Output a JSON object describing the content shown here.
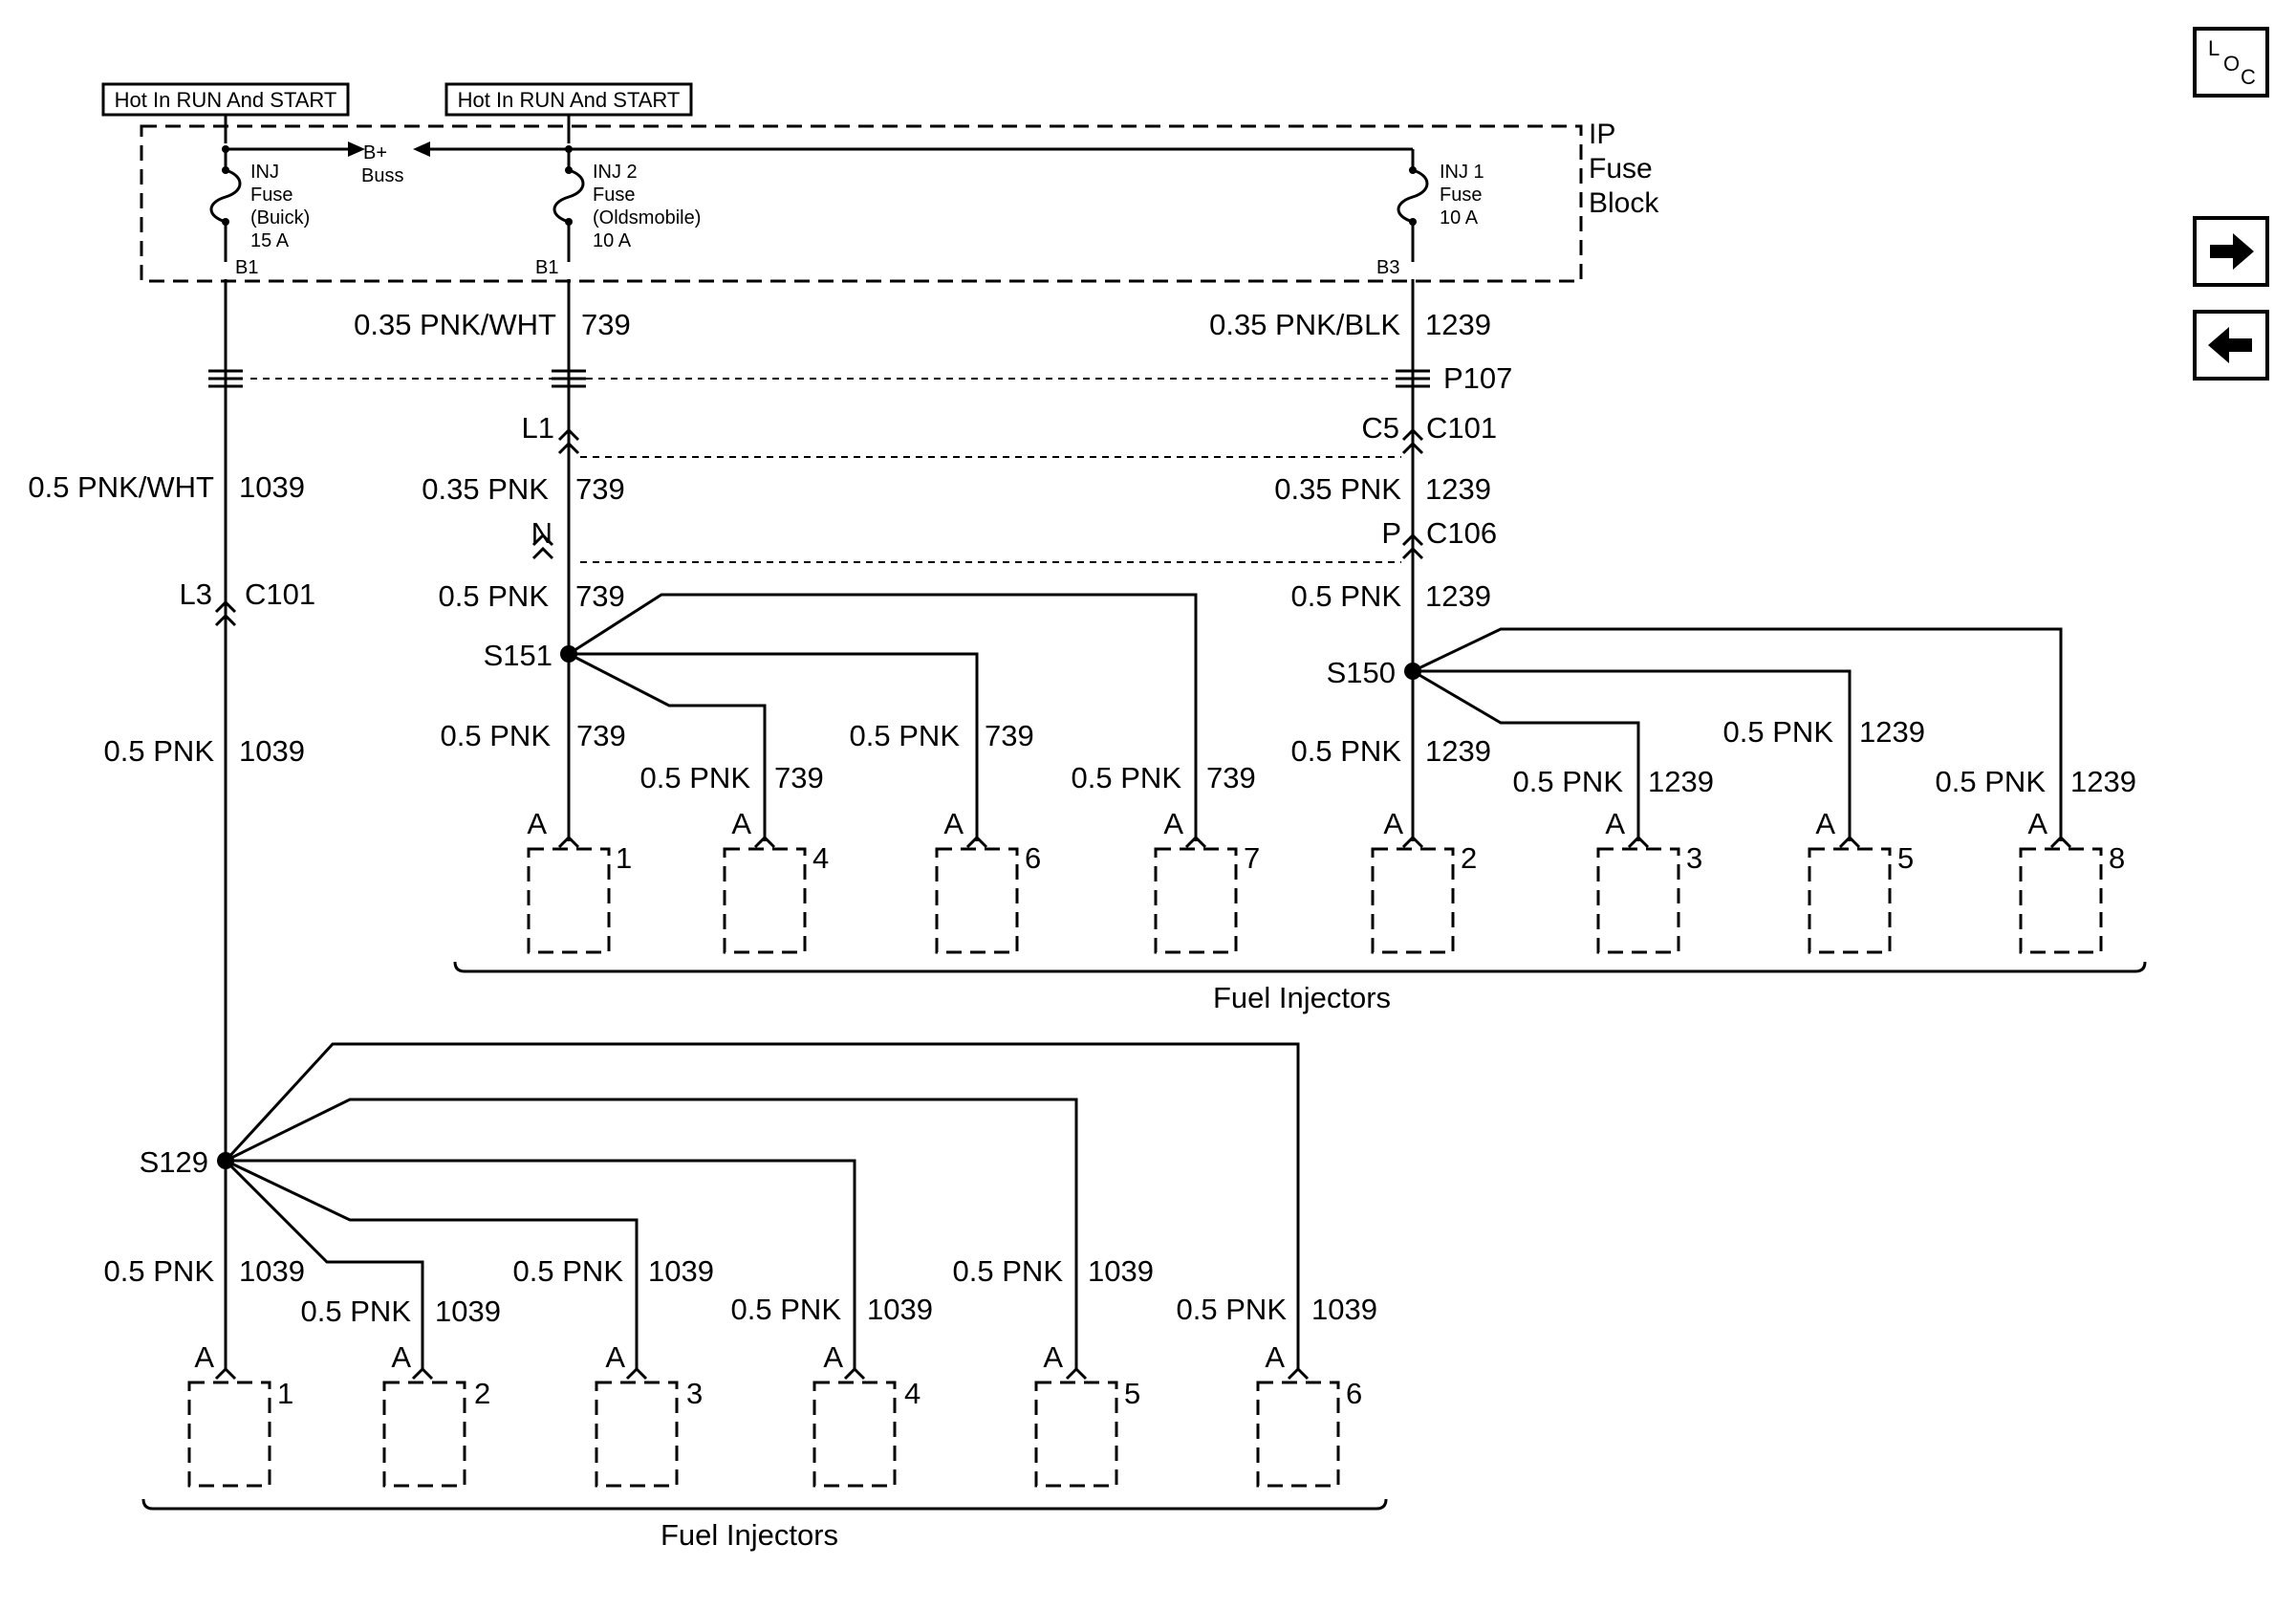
{
  "hot_labels": [
    "Hot In RUN And START",
    "Hot In RUN And START"
  ],
  "fuse_block": {
    "title": [
      "IP",
      "Fuse",
      "Block"
    ],
    "buss": [
      "B+",
      "Buss"
    ],
    "fuses": [
      {
        "lines": [
          "INJ",
          "Fuse",
          "(Buick)",
          "15 A"
        ],
        "pin": "B1"
      },
      {
        "lines": [
          "INJ 2",
          "Fuse",
          "(Oldsmobile)",
          "10 A"
        ],
        "pin": "B1"
      },
      {
        "lines": [
          "INJ 1",
          "Fuse",
          "10 A"
        ],
        "pin": "B3"
      }
    ]
  },
  "wires": {
    "w739_top": {
      "gauge": "0.35 PNK/WHT",
      "circuit": "739"
    },
    "w1239_top": {
      "gauge": "0.35 PNK/BLK",
      "circuit": "1239"
    },
    "w1039_top": {
      "gauge": "0.5 PNK/WHT",
      "circuit": "1039"
    },
    "w739_mid": {
      "gauge": "0.35 PNK",
      "circuit": "739"
    },
    "w1239_mid": {
      "gauge": "0.35 PNK",
      "circuit": "1239"
    },
    "w739_low": {
      "gauge": "0.5 PNK",
      "circuit": "739"
    },
    "w1239_low": {
      "gauge": "0.5 PNK",
      "circuit": "1239"
    },
    "w1039_low": {
      "gauge": "0.5 PNK",
      "circuit": "1039"
    },
    "branch_gauge": "0.5 PNK",
    "c739": "739",
    "c1239": "1239",
    "c1039": "1039"
  },
  "connectors": {
    "p107": "P107",
    "l1": "L1",
    "c5": "C5",
    "c101": "C101",
    "n": "N",
    "p": "P",
    "c106": "C106",
    "l3": "L3",
    "c101_left": "C101"
  },
  "splices": {
    "s151": "S151",
    "s150": "S150",
    "s129": "S129"
  },
  "pin_a": "A",
  "injectors_top": [
    "1",
    "4",
    "6",
    "7",
    "2",
    "3",
    "5",
    "8"
  ],
  "injectors_bottom": [
    "1",
    "2",
    "3",
    "4",
    "5",
    "6"
  ],
  "group_labels": {
    "top": "Fuel Injectors",
    "bottom": "Fuel Injectors"
  },
  "loc_icon": {
    "letters": [
      "L",
      "O",
      "C"
    ]
  }
}
